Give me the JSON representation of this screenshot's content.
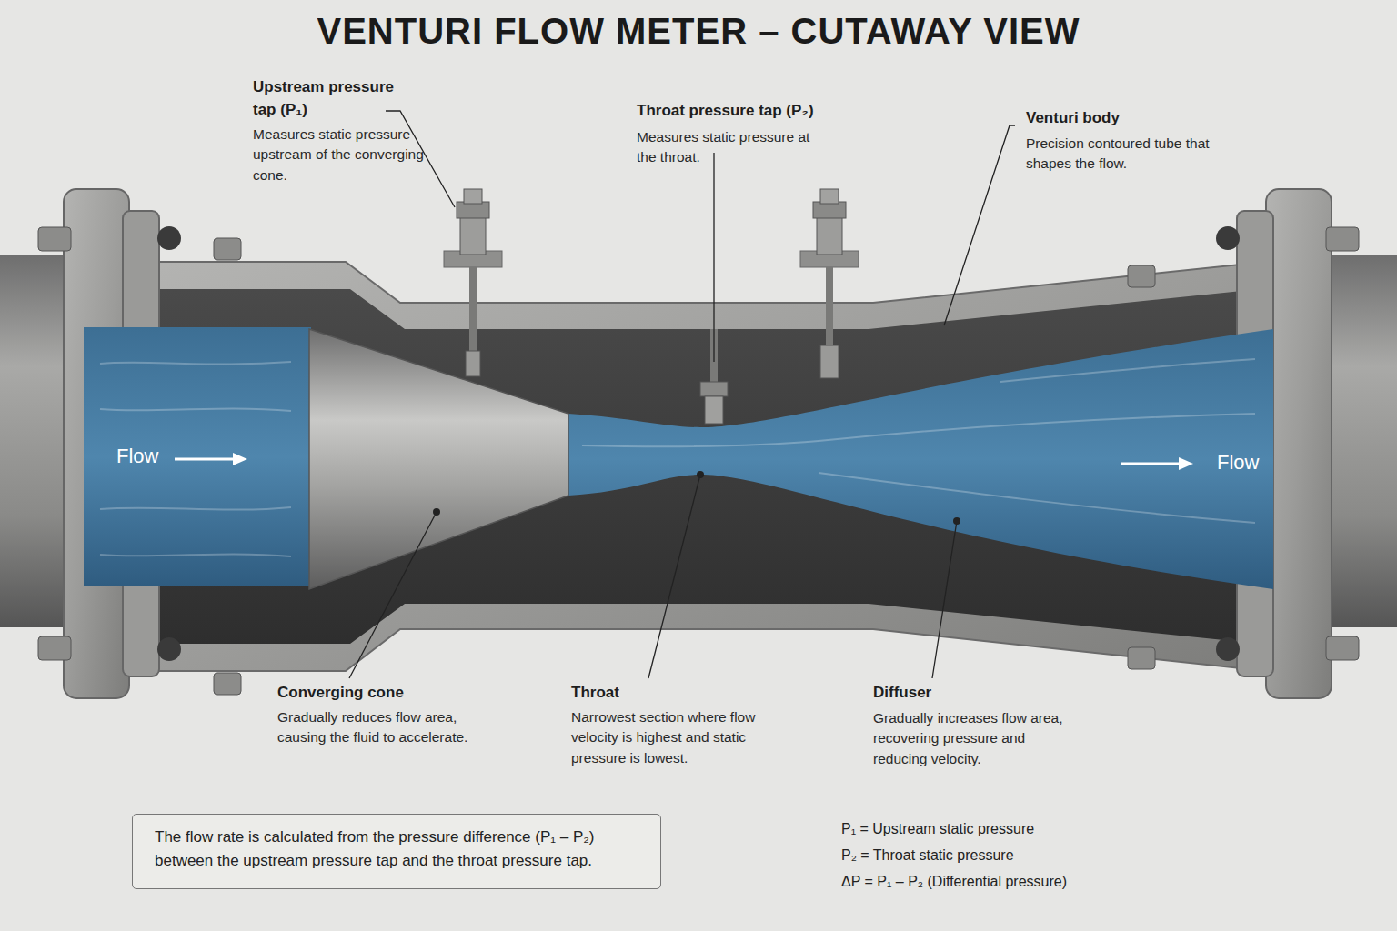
{
  "diagram": {
    "title": "VENTURI FLOW METER – CUTAWAY VIEW",
    "nodes": [
      {
        "text": [
          "The flow rate is calculated from the pressure difference (P₁ – P₂) between the upstream pressure tap and the throat pressure tap."
        ]
      }
    ],
    "labels": [
      "Flow",
      "Flow",
      "Upstream pressure tap (P₁)",
      "Measures static pressure upstream of the converging cone.",
      "Throat pressure tap (P₂)",
      "Measures static pressure at the throat.",
      "Venturi body",
      "Precision contoured tube that shapes the flow.",
      "Converging cone",
      "Gradually reduces flow area, causing the fluid to accelerate.",
      "Throat",
      "Narrowest section where flow velocity is highest and static pressure is lowest.",
      "Diffuser",
      "Gradually increases flow area, recovering pressure and reducing velocity.",
      "P₁ = Upstream static pressure",
      "P₂ = Throat static pressure",
      "ΔP = P₁ – P₂ (Differential pressure)"
    ]
  }
}
